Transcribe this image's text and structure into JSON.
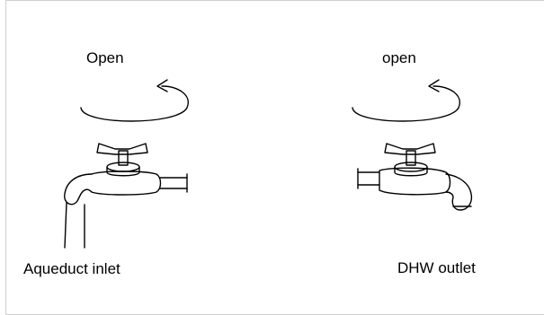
{
  "left_tap": {
    "action_label": "Open",
    "caption": "Aqueduct inlet",
    "icon": "faucet-icon",
    "rotation_icon": "counterclockwise-arrow-icon"
  },
  "right_tap": {
    "action_label": "open",
    "caption": "DHW outlet",
    "icon": "faucet-icon",
    "rotation_icon": "counterclockwise-arrow-icon"
  },
  "colors": {
    "line": "#000000",
    "frame": "#cfcfcf",
    "background": "#ffffff"
  }
}
